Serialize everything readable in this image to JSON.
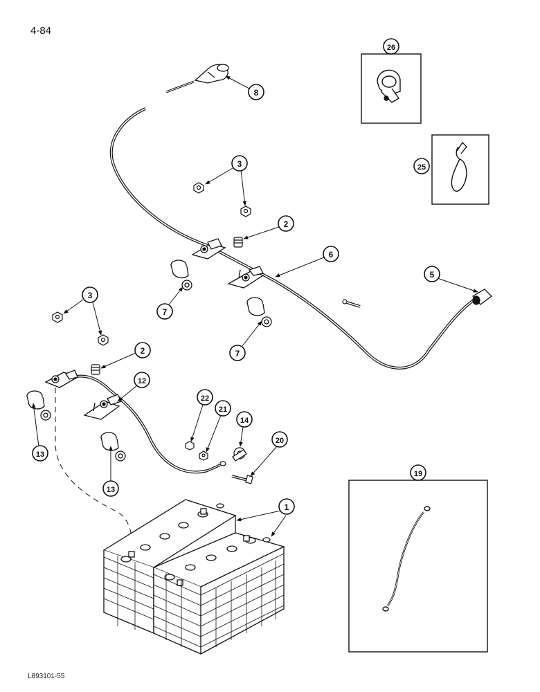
{
  "page": {
    "page_number": "4-84",
    "document_code": "L893101-55"
  },
  "callouts": {
    "c1": "1",
    "c2a": "2",
    "c2b": "2",
    "c3a": "3",
    "c3b": "3",
    "c5": "5",
    "c6": "6",
    "c7a": "7",
    "c7b": "7",
    "c8": "8",
    "c12": "12",
    "c13a": "13",
    "c13b": "13",
    "c14": "14",
    "c19": "19",
    "c20": "20",
    "c21": "21",
    "c22": "22",
    "c25": "25",
    "c26": "26"
  },
  "colors": {
    "line": "#111111",
    "background": "#ffffff"
  }
}
